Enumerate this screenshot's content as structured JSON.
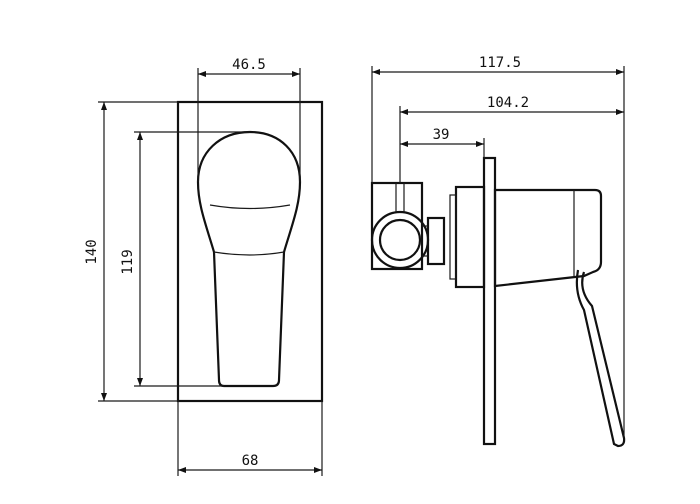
{
  "front_view": {
    "width_label": "68",
    "height_label": "140",
    "inner_height_label": "119",
    "lever_width_label": "46.5"
  },
  "side_view": {
    "total_depth_label": "117.5",
    "depth_label": "104.2",
    "body_label": "39"
  }
}
